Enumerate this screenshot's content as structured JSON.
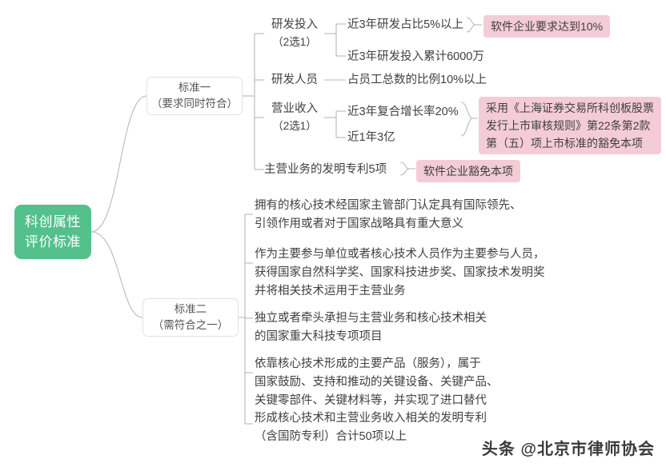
{
  "root": {
    "line1": "科创属性",
    "line2": "评价标准",
    "color": "#54c08c"
  },
  "branches": [
    {
      "id": "standard-one",
      "title_line1": "标准一",
      "title_line2": "（要求同时符合）",
      "groups": [
        {
          "id": "rd-investment",
          "label": "研发投入",
          "sub": "（2选1）",
          "items": [
            "近3年研发占比5%以上",
            "近3年研发投入累计6000万"
          ],
          "badge": "软件企业要求达到10%"
        },
        {
          "id": "rd-personnel",
          "label": "研发人员",
          "sub": "",
          "items": [
            "占员工总数的比例10%以上"
          ],
          "badge": ""
        },
        {
          "id": "operating-revenue",
          "label": "营业收入",
          "sub": "（2选1）",
          "items": [
            "近3年复合增长率20%",
            "近1年3亿"
          ],
          "badge": "采用《上海证券交易所科创板股票\n发行上市审核规则》第22条第2款\n第（五）项上市标准的豁免本项"
        },
        {
          "id": "main-business-patents",
          "label": "主营业务的发明专利5项",
          "sub": "",
          "items": [],
          "badge": "软件企业豁免本项"
        }
      ]
    },
    {
      "id": "standard-two",
      "title_line1": "标准二",
      "title_line2": "（需符合之一）",
      "items": [
        "拥有的核心技术经国家主管部门认定具有国际领先、\n引领作用或者对于国家战略具有重大意义",
        "作为主要参与单位或者核心技术人员作为主要参与人员，\n获得国家自然科学奖、国家科技进步奖、国家技术发明奖\n并将相关技术运用于主营业务",
        "独立或者牵头承担与主营业务和核心技术相关\n的国家重大科技专项项目",
        "依靠核心技术形成的主要产品（服务），属于\n国家鼓励、支持和推动的关键设备、关键产品、\n关键零部件、关键材料等，并实现了进口替代",
        "形成核心技术和主营业务收入相关的发明专利\n（含国防专利）合计50项以上"
      ]
    }
  ],
  "badge_color": "#f3ccd6",
  "line_color": "#b5b5b5",
  "watermark": {
    "prefix": "头条",
    "handle": "@北京市律师协会"
  }
}
